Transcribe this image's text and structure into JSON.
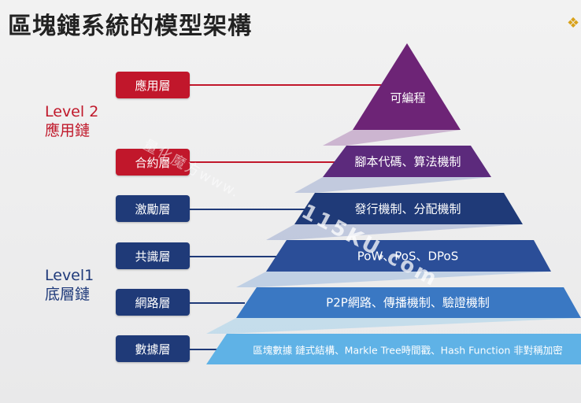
{
  "title": "區塊鏈系統的模型架構",
  "groups": {
    "level2": {
      "line1": "Level 2",
      "line2": "應用鏈"
    },
    "level1": {
      "line1": "Level1",
      "line2": "底層鏈"
    }
  },
  "layers": [
    {
      "name": "應用層",
      "tier": "可編程"
    },
    {
      "name": "合約層",
      "tier": "腳本代碼、算法機制"
    },
    {
      "name": "激勵層",
      "tier": "發行機制、分配機制"
    },
    {
      "name": "共識層",
      "tier": "PoW、PoS、DPoS"
    },
    {
      "name": "網路層",
      "tier": "P2P網路、傳播機制、驗證機制"
    },
    {
      "name": "數據層",
      "tier": "區塊數據 鏈式結構、Markle Tree時間戳、Hash Function 非對稱加密"
    }
  ],
  "watermark": {
    "line1": "量化魔方www.",
    "line2": "115KU.com"
  },
  "colors": {
    "red": "#c1172b",
    "navy": "#1f3a78",
    "purple_top": "#6a2477",
    "sky": "#4aa3e0"
  }
}
